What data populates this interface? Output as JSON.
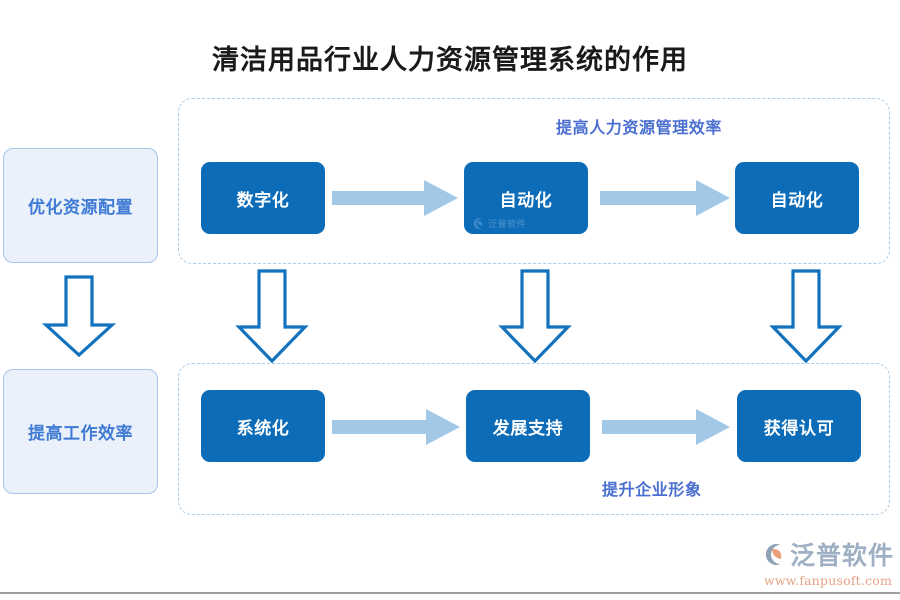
{
  "title": "清洁用品行业人力资源管理系统的作用",
  "colors": {
    "process_box": "#0d6cb8",
    "side_box_fill": "#eaf1fb",
    "side_box_border": "#a7c5ea",
    "side_box_text": "#3f7ad4",
    "caption_text": "#4a6fd0",
    "horizontal_arrow": "#a2c8e8",
    "vertical_arrow_stroke": "#1272bd",
    "dashed_border": "#a8cbe8",
    "logo_text": "#9fb0c4",
    "logo_url": "#e6a185",
    "title_text": "#1a1a1a"
  },
  "side_boxes": [
    {
      "label": "优化资源配置"
    },
    {
      "label": "提高工作效率"
    }
  ],
  "groups": [
    {
      "caption": "提高人力资源管理效率",
      "caption_position": "top-right",
      "steps": [
        {
          "label": "数字化"
        },
        {
          "label": "自动化"
        },
        {
          "label": "自动化"
        }
      ]
    },
    {
      "caption": "提升企业形象",
      "caption_position": "bottom-right",
      "steps": [
        {
          "label": "系统化"
        },
        {
          "label": "发展支持"
        },
        {
          "label": "获得认可"
        }
      ]
    }
  ],
  "arrows": {
    "horizontal_count": 4,
    "vertical_count": 4,
    "horizontal_style": "solid-filled",
    "vertical_style": "hollow-outline"
  },
  "logo": {
    "brand": "泛普软件",
    "url": "www.fanpusoft.com",
    "mark": "fanpu-swoosh-icon"
  },
  "watermark": {
    "brand": "泛普软件"
  }
}
